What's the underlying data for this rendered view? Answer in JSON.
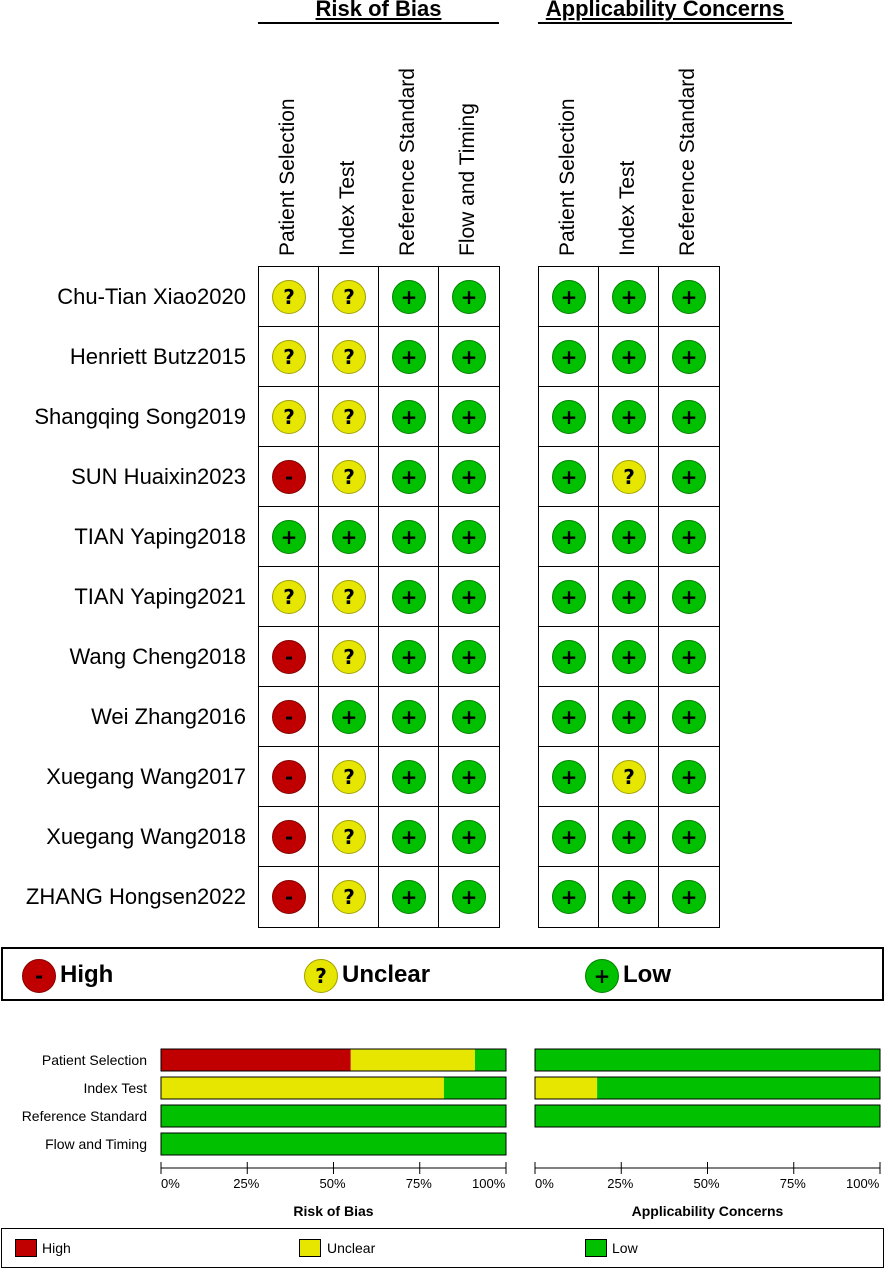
{
  "headers": {
    "risk_of_bias": "Risk of Bias",
    "applicability": "Applicability Concerns"
  },
  "columns": {
    "rob": [
      "Patient Selection",
      "Index Test",
      "Reference Standard",
      "Flow and Timing"
    ],
    "app": [
      "Patient Selection",
      "Index Test",
      "Reference Standard"
    ]
  },
  "symbols": {
    "high": "-",
    "unclear": "?",
    "low": "+"
  },
  "colors": {
    "high": "#c00000",
    "unclear": "#e6e600",
    "low": "#00c000"
  },
  "legend": {
    "high": "High",
    "unclear": "Unclear",
    "low": "Low"
  },
  "chart_data": [
    {
      "type": "table",
      "studies": [
        {
          "name": "Chu-Tian Xiao2020",
          "rob": [
            "unclear",
            "unclear",
            "low",
            "low"
          ],
          "app": [
            "low",
            "low",
            "low"
          ]
        },
        {
          "name": "Henriett Butz2015",
          "rob": [
            "unclear",
            "unclear",
            "low",
            "low"
          ],
          "app": [
            "low",
            "low",
            "low"
          ]
        },
        {
          "name": "Shangqing Song2019",
          "rob": [
            "unclear",
            "unclear",
            "low",
            "low"
          ],
          "app": [
            "low",
            "low",
            "low"
          ]
        },
        {
          "name": "SUN Huaixin2023",
          "rob": [
            "high",
            "unclear",
            "low",
            "low"
          ],
          "app": [
            "low",
            "unclear",
            "low"
          ]
        },
        {
          "name": "TIAN Yaping2018",
          "rob": [
            "low",
            "low",
            "low",
            "low"
          ],
          "app": [
            "low",
            "low",
            "low"
          ]
        },
        {
          "name": "TIAN Yaping2021",
          "rob": [
            "unclear",
            "unclear",
            "low",
            "low"
          ],
          "app": [
            "low",
            "low",
            "low"
          ]
        },
        {
          "name": "Wang Cheng2018",
          "rob": [
            "high",
            "unclear",
            "low",
            "low"
          ],
          "app": [
            "low",
            "low",
            "low"
          ]
        },
        {
          "name": "Wei Zhang2016",
          "rob": [
            "high",
            "low",
            "low",
            "low"
          ],
          "app": [
            "low",
            "low",
            "low"
          ]
        },
        {
          "name": "Xuegang Wang2017",
          "rob": [
            "high",
            "unclear",
            "low",
            "low"
          ],
          "app": [
            "low",
            "unclear",
            "low"
          ]
        },
        {
          "name": "Xuegang Wang2018",
          "rob": [
            "high",
            "unclear",
            "low",
            "low"
          ],
          "app": [
            "low",
            "low",
            "low"
          ]
        },
        {
          "name": "ZHANG Hongsen2022",
          "rob": [
            "high",
            "unclear",
            "low",
            "low"
          ],
          "app": [
            "low",
            "low",
            "low"
          ]
        }
      ]
    },
    {
      "type": "bar",
      "stacked": true,
      "orientation": "horizontal",
      "categories": [
        "Patient Selection",
        "Index Test",
        "Reference Standard",
        "Flow and Timing"
      ],
      "xticks": [
        "0%",
        "25%",
        "50%",
        "75%",
        "100%"
      ],
      "panels": [
        {
          "title": "Risk of Bias",
          "series": [
            {
              "name": "High",
              "values": [
                55,
                0,
                0,
                0
              ]
            },
            {
              "name": "Unclear",
              "values": [
                36,
                82,
                0,
                0
              ]
            },
            {
              "name": "Low",
              "values": [
                9,
                18,
                100,
                100
              ]
            }
          ]
        },
        {
          "title": "Applicability Concerns",
          "series": [
            {
              "name": "High",
              "values": [
                0,
                0,
                0
              ]
            },
            {
              "name": "Unclear",
              "values": [
                0,
                18,
                0
              ]
            },
            {
              "name": "Low",
              "values": [
                100,
                82,
                100
              ]
            }
          ]
        }
      ],
      "legend": [
        "High",
        "Unclear",
        "Low"
      ]
    }
  ]
}
